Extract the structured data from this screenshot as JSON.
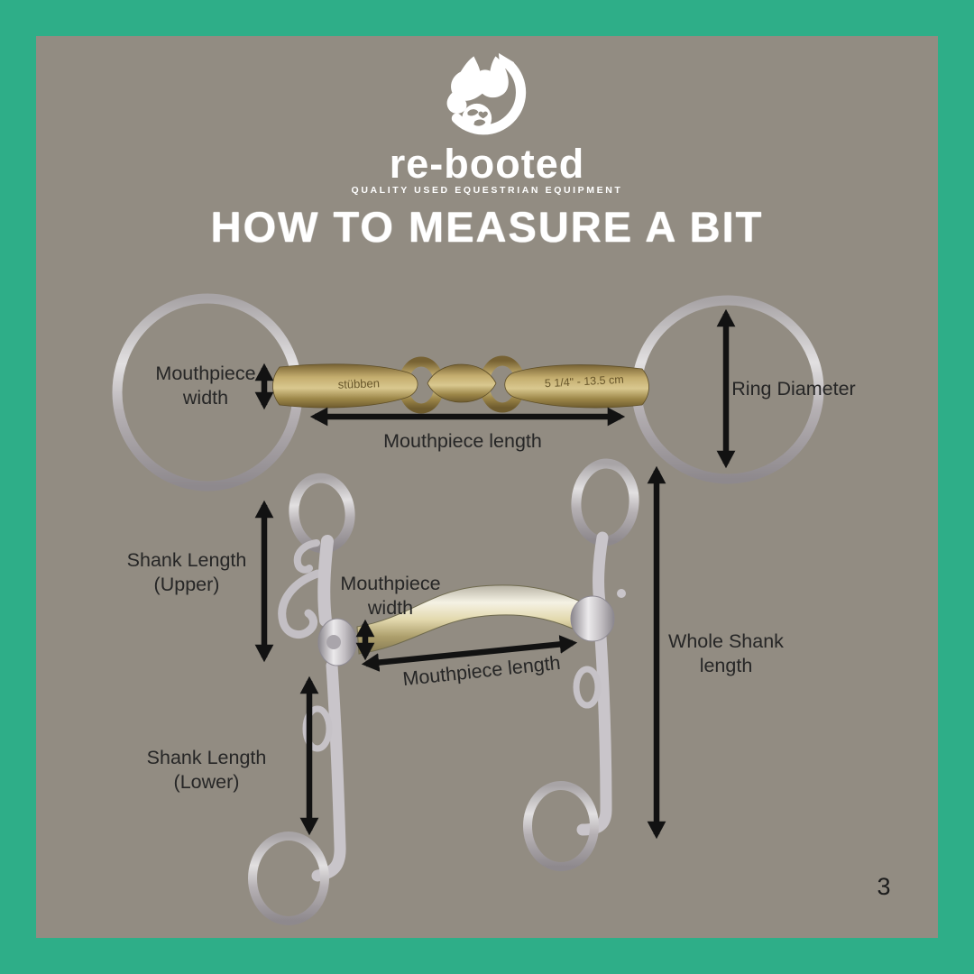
{
  "page": {
    "background_color": "#928C82",
    "border_color": "#2EAE88",
    "page_number": "3"
  },
  "header": {
    "brand": "re-booted",
    "tagline": "QUALITY USED EQUESTRIAN EQUIPMENT",
    "title": "HOW TO MEASURE A BIT"
  },
  "snaffle_bit": {
    "engravings": {
      "brand_stamp": "stübben",
      "size_stamp": "5 1/4\" - 13.5 cm"
    },
    "labels": {
      "mouthpiece_width": "Mouthpiece\nwidth",
      "mouthpiece_length": "Mouthpiece length",
      "ring_diameter": "Ring Diameter"
    }
  },
  "shank_bit": {
    "labels": {
      "shank_length_upper": "Shank Length\n(Upper)",
      "mouthpiece_width": "Mouthpiece\nwidth",
      "mouthpiece_length": "Mouthpiece length",
      "whole_shank_length": "Whole Shank\nlength",
      "shank_length_lower": "Shank Length\n(Lower)"
    }
  }
}
